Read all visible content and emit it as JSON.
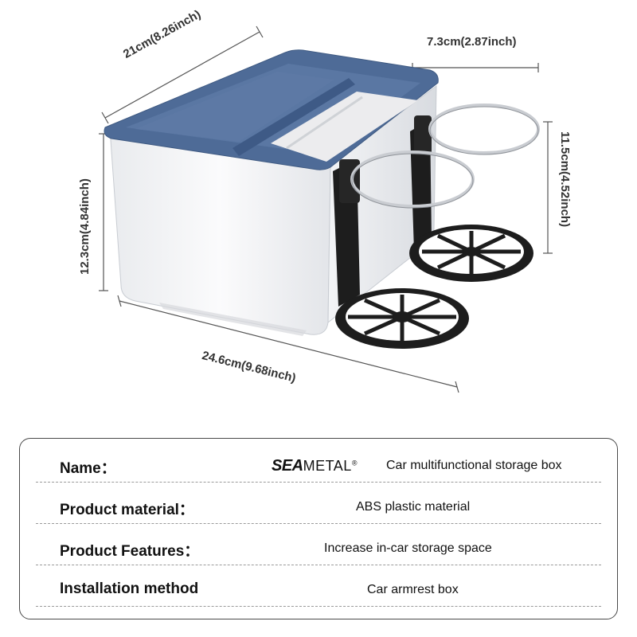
{
  "dimensions": {
    "top_width": "21cm(8.26inch)",
    "cup_diameter": "7.3cm(2.87inch)",
    "height": "12.3cm(4.84inch)",
    "holder_height": "11.5cm(4.52inch)",
    "total_length": "24.6cm(9.68inch)"
  },
  "colors": {
    "lid_blue": "#4e6b97",
    "body_white": "#f2f3f5",
    "holder_black": "#1d1d1d",
    "ring_chrome": "#c9ccd1"
  },
  "specs": {
    "name": {
      "label": "Name：",
      "brand_bold": "SEA",
      "brand_light": "METAL",
      "brand_mark": "®",
      "value": "Car multifunctional storage box"
    },
    "material": {
      "label": "Product material：",
      "value": "ABS plastic material"
    },
    "features": {
      "label": "Product Features：",
      "value": "Increase in-car storage space"
    },
    "installation": {
      "label": "Installation method",
      "value": "Car armrest box"
    }
  }
}
